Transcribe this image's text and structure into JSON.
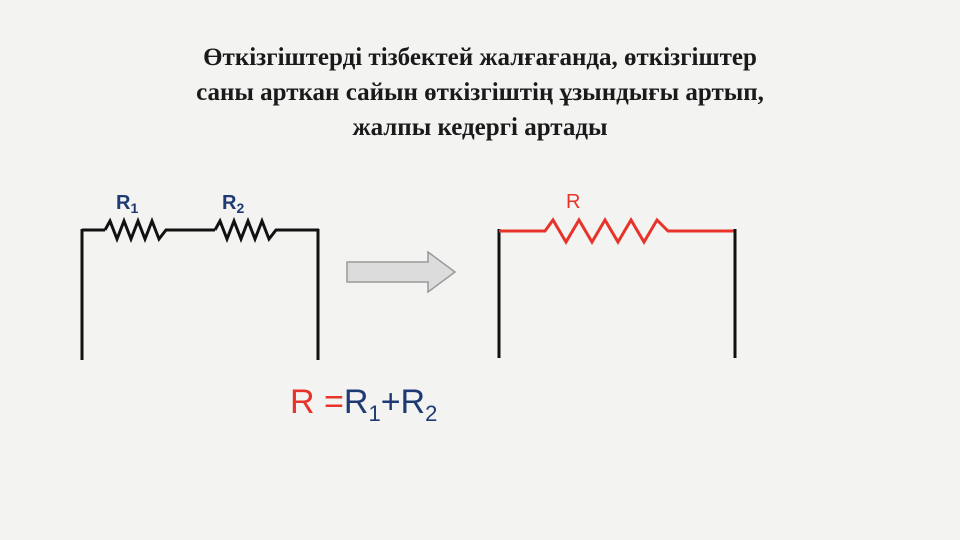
{
  "title": {
    "line1": "Өткізгіштерді  тізбектей  жалғағанда,   өткізгіштер",
    "line2": "саны арткан  сайын   өткізгіштің  ұзындығы артып,",
    "line3": "жалпы кедергі артады"
  },
  "left_circuit": {
    "r1_label": "R",
    "r1_sub": "1",
    "r2_label": "R",
    "r2_sub": "2"
  },
  "right_circuit": {
    "r_label": "R"
  },
  "formula": {
    "lhs": "R",
    "eq": " =",
    "r1": "R",
    "r1_sub": "1",
    "plus": "+",
    "r2": "R",
    "r2_sub": "2"
  },
  "colors": {
    "red": "#e8332a",
    "blue": "#1f3a72",
    "wire": "#111111",
    "arrow": "#c8c8c8"
  }
}
